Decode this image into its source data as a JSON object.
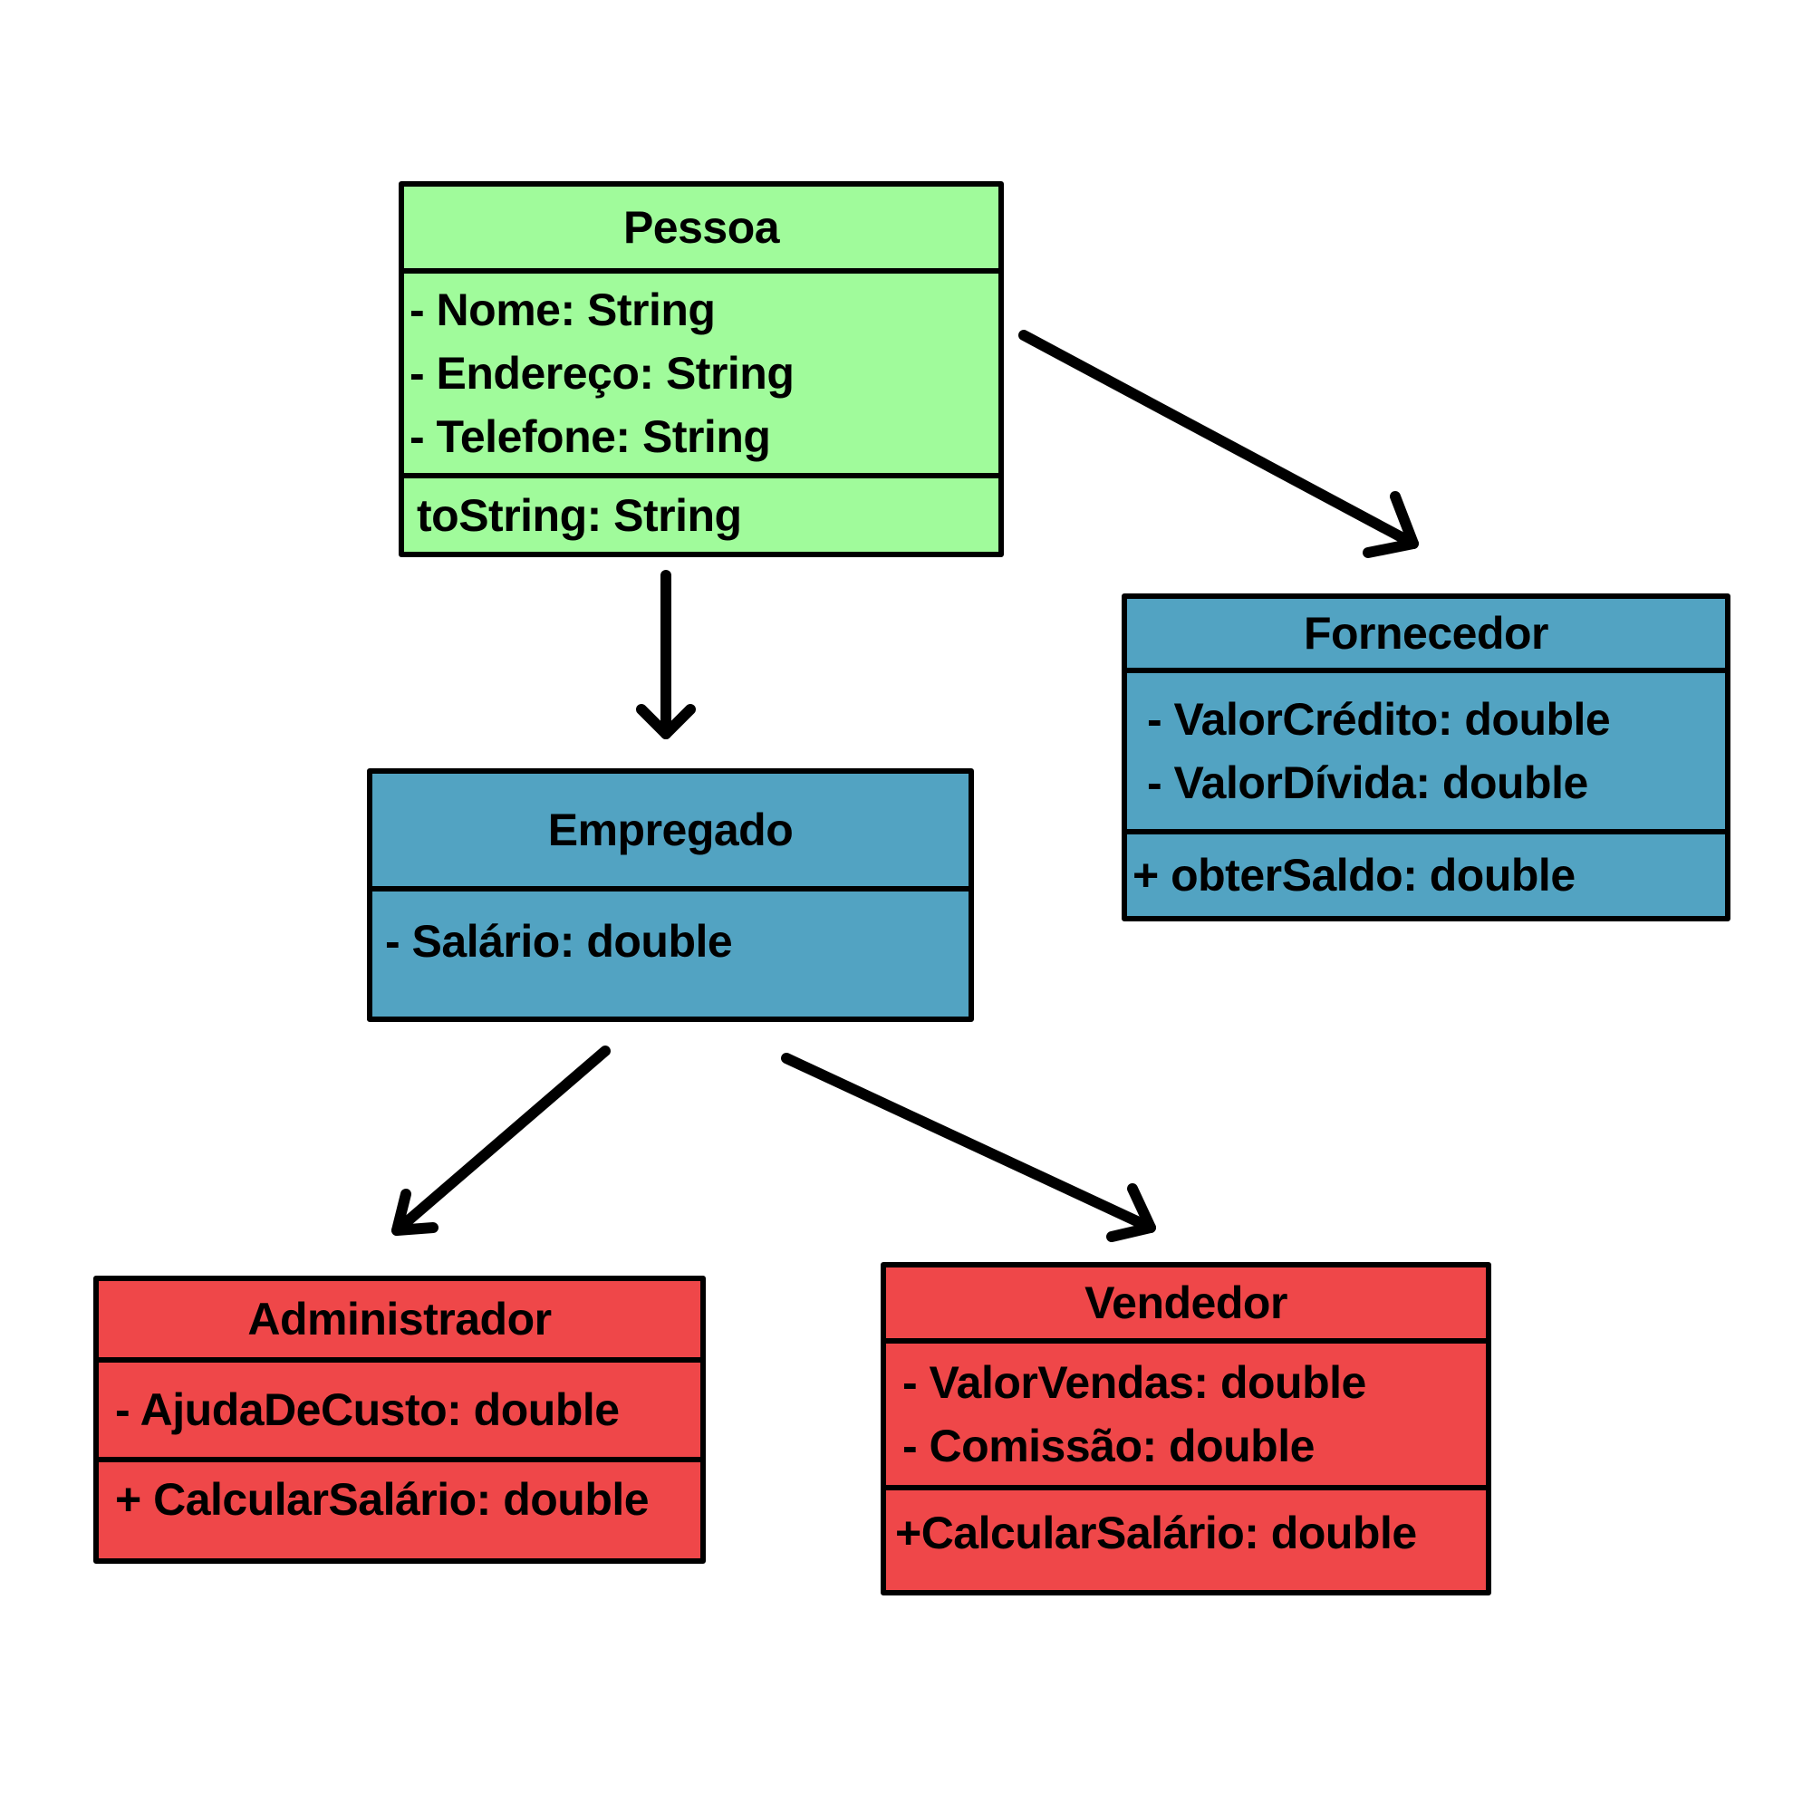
{
  "diagram": {
    "classes": {
      "pessoa": {
        "name": "Pessoa",
        "attributes": [
          "- Nome: String",
          "- Endereço: String",
          "- Telefone: String"
        ],
        "methods": [
          "toString: String"
        ],
        "color": "#A0FB9B"
      },
      "fornecedor": {
        "name": "Fornecedor",
        "attributes": [
          "- ValorCrédito: double",
          "- ValorDívida: double"
        ],
        "methods": [
          "+ obterSaldo: double"
        ],
        "color": "#52A3C2"
      },
      "empregado": {
        "name": "Empregado",
        "attributes": [
          "- Salário: double"
        ],
        "methods": [],
        "color": "#52A3C2"
      },
      "administrador": {
        "name": "Administrador",
        "attributes": [
          "- AjudaDeCusto: double"
        ],
        "methods": [
          "+ CalcularSalário: double"
        ],
        "color": "#EF4749"
      },
      "vendedor": {
        "name": "Vendedor",
        "attributes": [
          "- ValorVendas: double",
          "- Comissão: double"
        ],
        "methods": [
          "+CalcularSalário: double"
        ],
        "color": "#EF4749"
      }
    },
    "relations": [
      {
        "from": "Pessoa",
        "to": "Empregado"
      },
      {
        "from": "Pessoa",
        "to": "Fornecedor"
      },
      {
        "from": "Empregado",
        "to": "Administrador"
      },
      {
        "from": "Empregado",
        "to": "Vendedor"
      }
    ],
    "line_color": "#000000"
  }
}
